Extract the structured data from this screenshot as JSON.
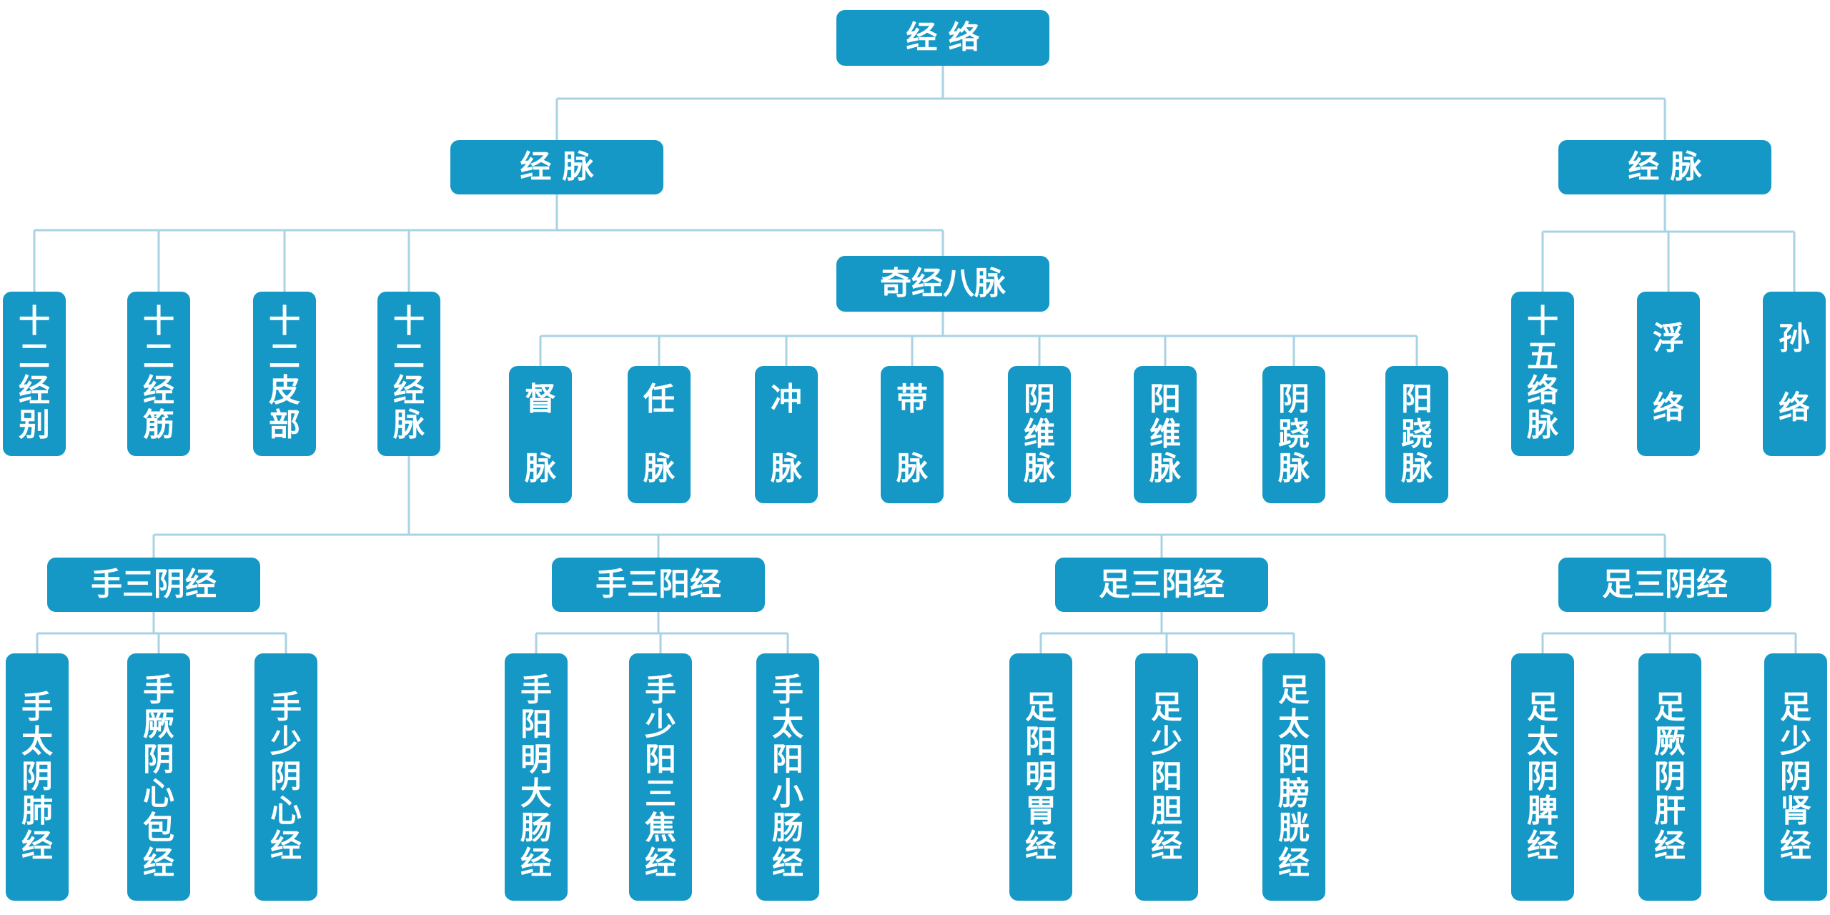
{
  "diagram": {
    "root": "经 络",
    "left_branch": "经 脉",
    "right_branch": "经 脉",
    "left_children": [
      "十二经别",
      "十二经筋",
      "十二皮部",
      "十二经脉"
    ],
    "qijing": {
      "label": "奇经八脉",
      "children": [
        "督脉",
        "任脉",
        "冲脉",
        "带脉",
        "阴维脉",
        "阳维脉",
        "阴跷脉",
        "阳跷脉"
      ]
    },
    "right_children": [
      "十五络脉",
      "浮络",
      "孙络"
    ],
    "groups": [
      {
        "label": "手三阴经",
        "children": [
          "手太阴肺经",
          "手厥阴心包经",
          "手少阴心经"
        ]
      },
      {
        "label": "手三阳经",
        "children": [
          "手阳明大肠经",
          "手少阳三焦经",
          "手太阳小肠经"
        ]
      },
      {
        "label": "足三阳经",
        "children": [
          "足阳明胃经",
          "足少阳胆经",
          "足太阳膀胱经"
        ]
      },
      {
        "label": "足三阴经",
        "children": [
          "足太阴脾经",
          "足厥阴肝经",
          "足少阴肾经"
        ]
      }
    ]
  },
  "colors": {
    "box": "#1598c6",
    "line": "#a9d3e3",
    "text": "#ffffff"
  }
}
